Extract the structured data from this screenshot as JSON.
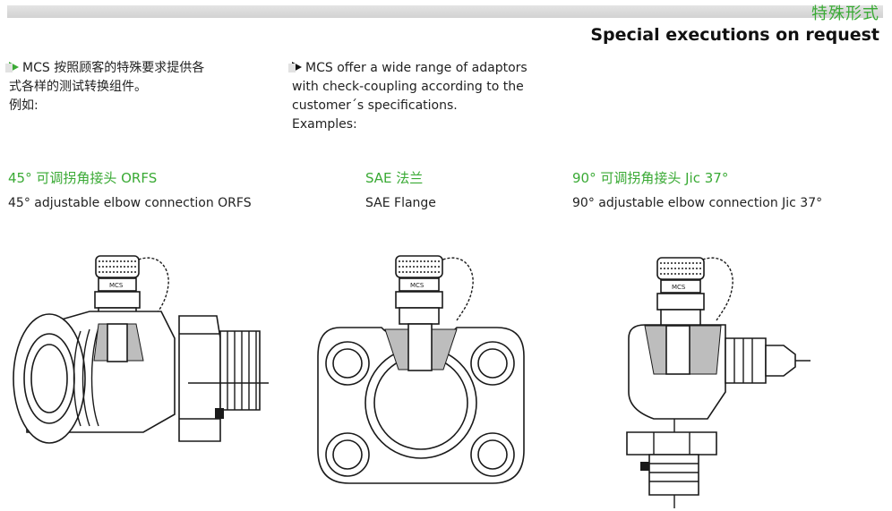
{
  "header": {
    "title_zh": "特殊形式",
    "title_en": "Special executions on request"
  },
  "intro_zh": {
    "lines": [
      "MCS 按照顾客的特殊要求提供各",
      "式各样的测试转换组件。",
      "例如:"
    ]
  },
  "intro_en": {
    "lines": [
      "MCS offer a wide range of adaptors",
      "with check-coupling according to the",
      "customer´s specifications.",
      "Examples:"
    ]
  },
  "items": [
    {
      "title_zh": "45° 可调拐角接头 ORFS",
      "title_en": "45° adjustable elbow connection ORFS"
    },
    {
      "title_zh": "SAE 法兰",
      "title_en": "SAE Flange"
    },
    {
      "title_zh": "90° 可调拐角接头 Jic 37°",
      "title_en": "90° adjustable elbow connection Jic 37°"
    }
  ],
  "drawing_label": "MCS",
  "colors": {
    "accent_green": "#3aaa35",
    "bar_gray": "#d8d8d8",
    "text": "#222222"
  },
  "icons": [
    "play-triangle-icon"
  ]
}
